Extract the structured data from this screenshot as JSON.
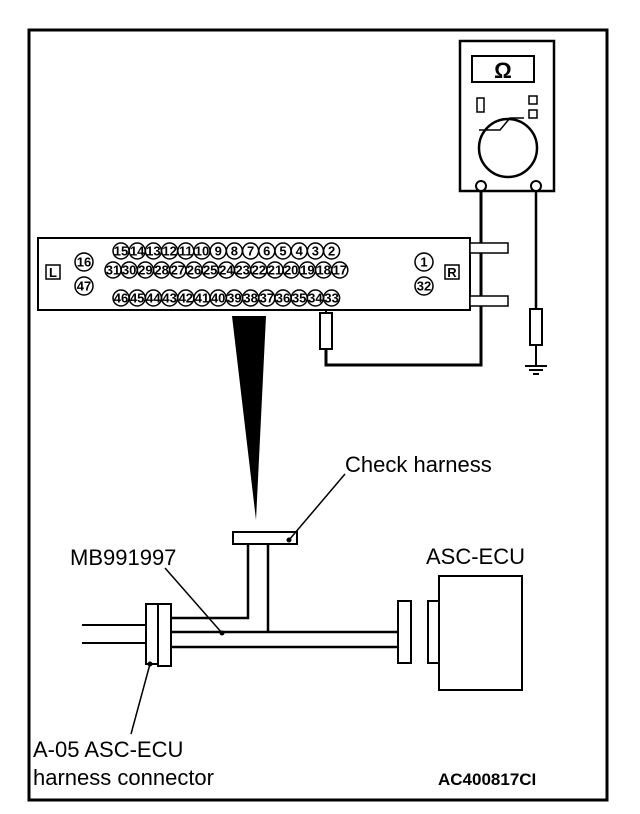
{
  "meter": {
    "symbol": "Ω"
  },
  "connector": {
    "left_label": "L",
    "right_label": "R",
    "left_pins": [
      "16",
      "47"
    ],
    "right_pins": [
      "1",
      "32"
    ],
    "row1": [
      "15",
      "14",
      "13",
      "12",
      "11",
      "10",
      "9",
      "8",
      "7",
      "6",
      "5",
      "4",
      "3",
      "2"
    ],
    "row2": [
      "31",
      "30",
      "29",
      "28",
      "27",
      "26",
      "25",
      "24",
      "23",
      "22",
      "21",
      "20",
      "19",
      "18",
      "17"
    ],
    "row3": [
      "46",
      "45",
      "44",
      "43",
      "42",
      "41",
      "40",
      "39",
      "38",
      "37",
      "36",
      "35",
      "34",
      "33"
    ]
  },
  "labels": {
    "check_harness": "Check harness",
    "tool": "MB991997",
    "ecu": "ASC-ECU",
    "connector_line1": "A-05 ASC-ECU",
    "connector_line2": "harness connector",
    "code": "AC400817CI"
  }
}
